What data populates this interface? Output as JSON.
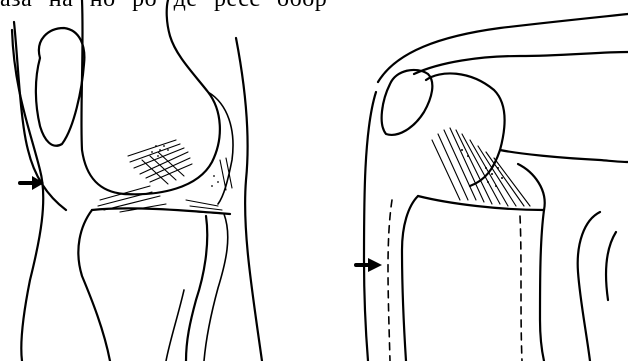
{
  "header_fragment": "аза   на   но    ро де    ресс   обор",
  "figures": [
    {
      "id": "left-knee-front-view",
      "arrow_direction": "right"
    },
    {
      "id": "right-knee-side-view",
      "arrow_direction": "right"
    }
  ],
  "colors": {
    "ink": "#000000",
    "paper": "#ffffff"
  }
}
